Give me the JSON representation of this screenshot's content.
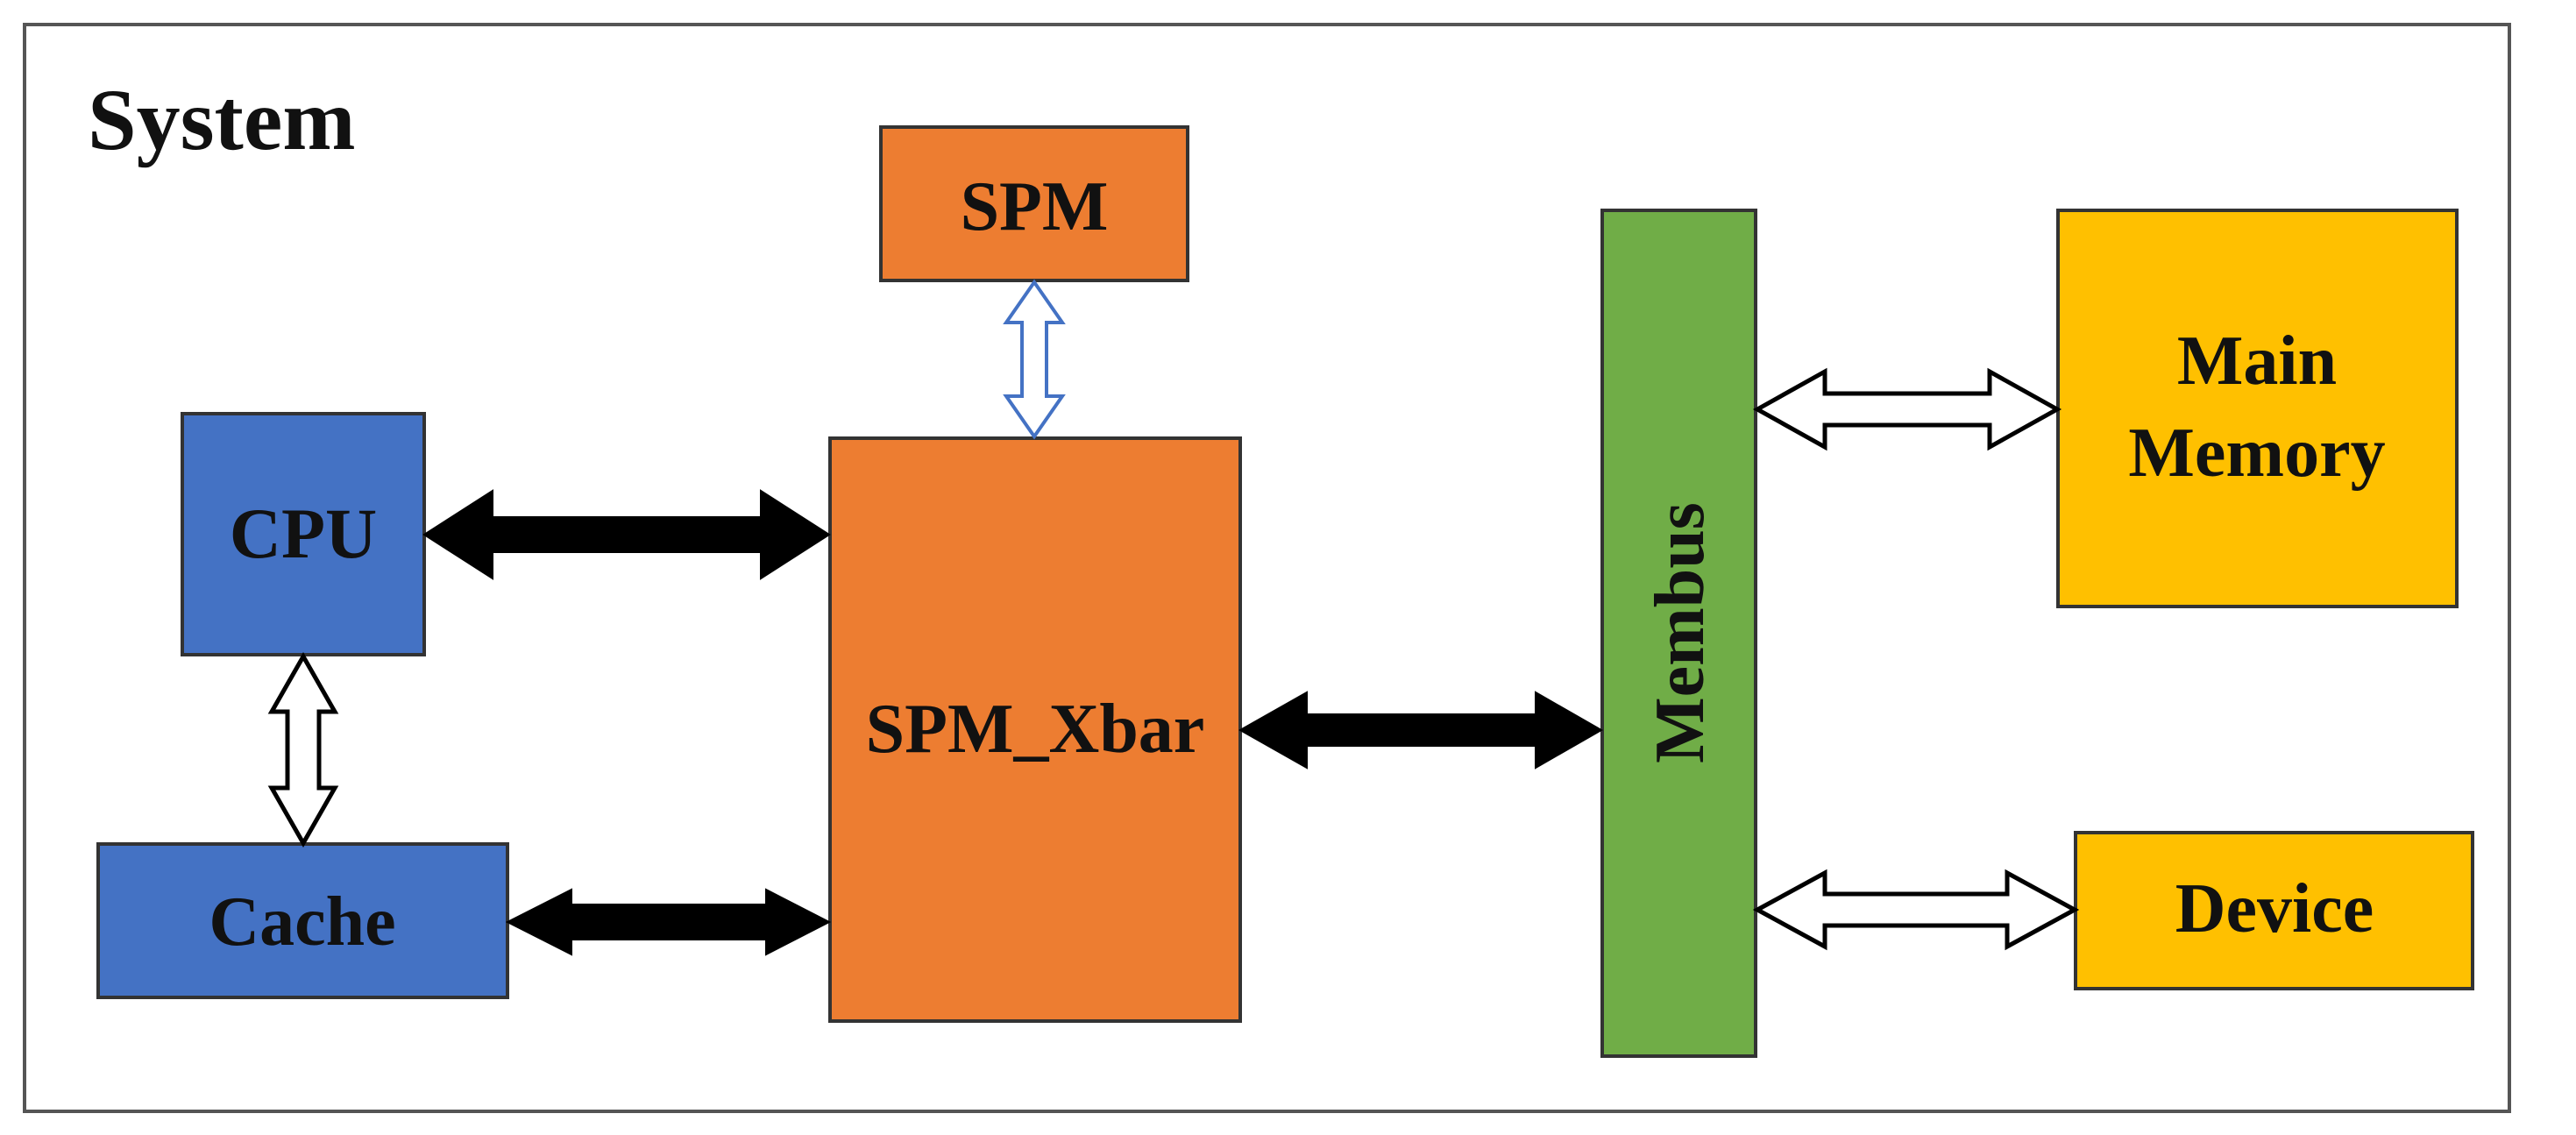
{
  "title": "System",
  "blocks": {
    "cpu": {
      "label": "CPU"
    },
    "cache": {
      "label": "Cache"
    },
    "spm": {
      "label": "SPM"
    },
    "spm_xbar": {
      "label": "SPM_Xbar"
    },
    "membus": {
      "label": "Membus"
    },
    "main_memory": {
      "line1": "Main",
      "line2": "Memory"
    },
    "device": {
      "label": "Device"
    }
  },
  "connections": [
    {
      "from": "CPU",
      "to": "SPM_Xbar",
      "style": "solid"
    },
    {
      "from": "Cache",
      "to": "SPM_Xbar",
      "style": "solid"
    },
    {
      "from": "CPU",
      "to": "Cache",
      "style": "hollow"
    },
    {
      "from": "SPM",
      "to": "SPM_Xbar",
      "style": "hollow"
    },
    {
      "from": "SPM_Xbar",
      "to": "Membus",
      "style": "solid"
    },
    {
      "from": "Membus",
      "to": "Main Memory",
      "style": "hollow"
    },
    {
      "from": "Membus",
      "to": "Device",
      "style": "hollow"
    }
  ],
  "colors": {
    "cpu_cache": "#4472C4",
    "spm": "#ED7D31",
    "membus": "#70AD47",
    "memory_device": "#FFC000",
    "frame": "#555555",
    "solid_arrow": "#000000",
    "hollow_arrow_stroke": "#000000",
    "spm_arrow_stroke": "#4472C4"
  }
}
